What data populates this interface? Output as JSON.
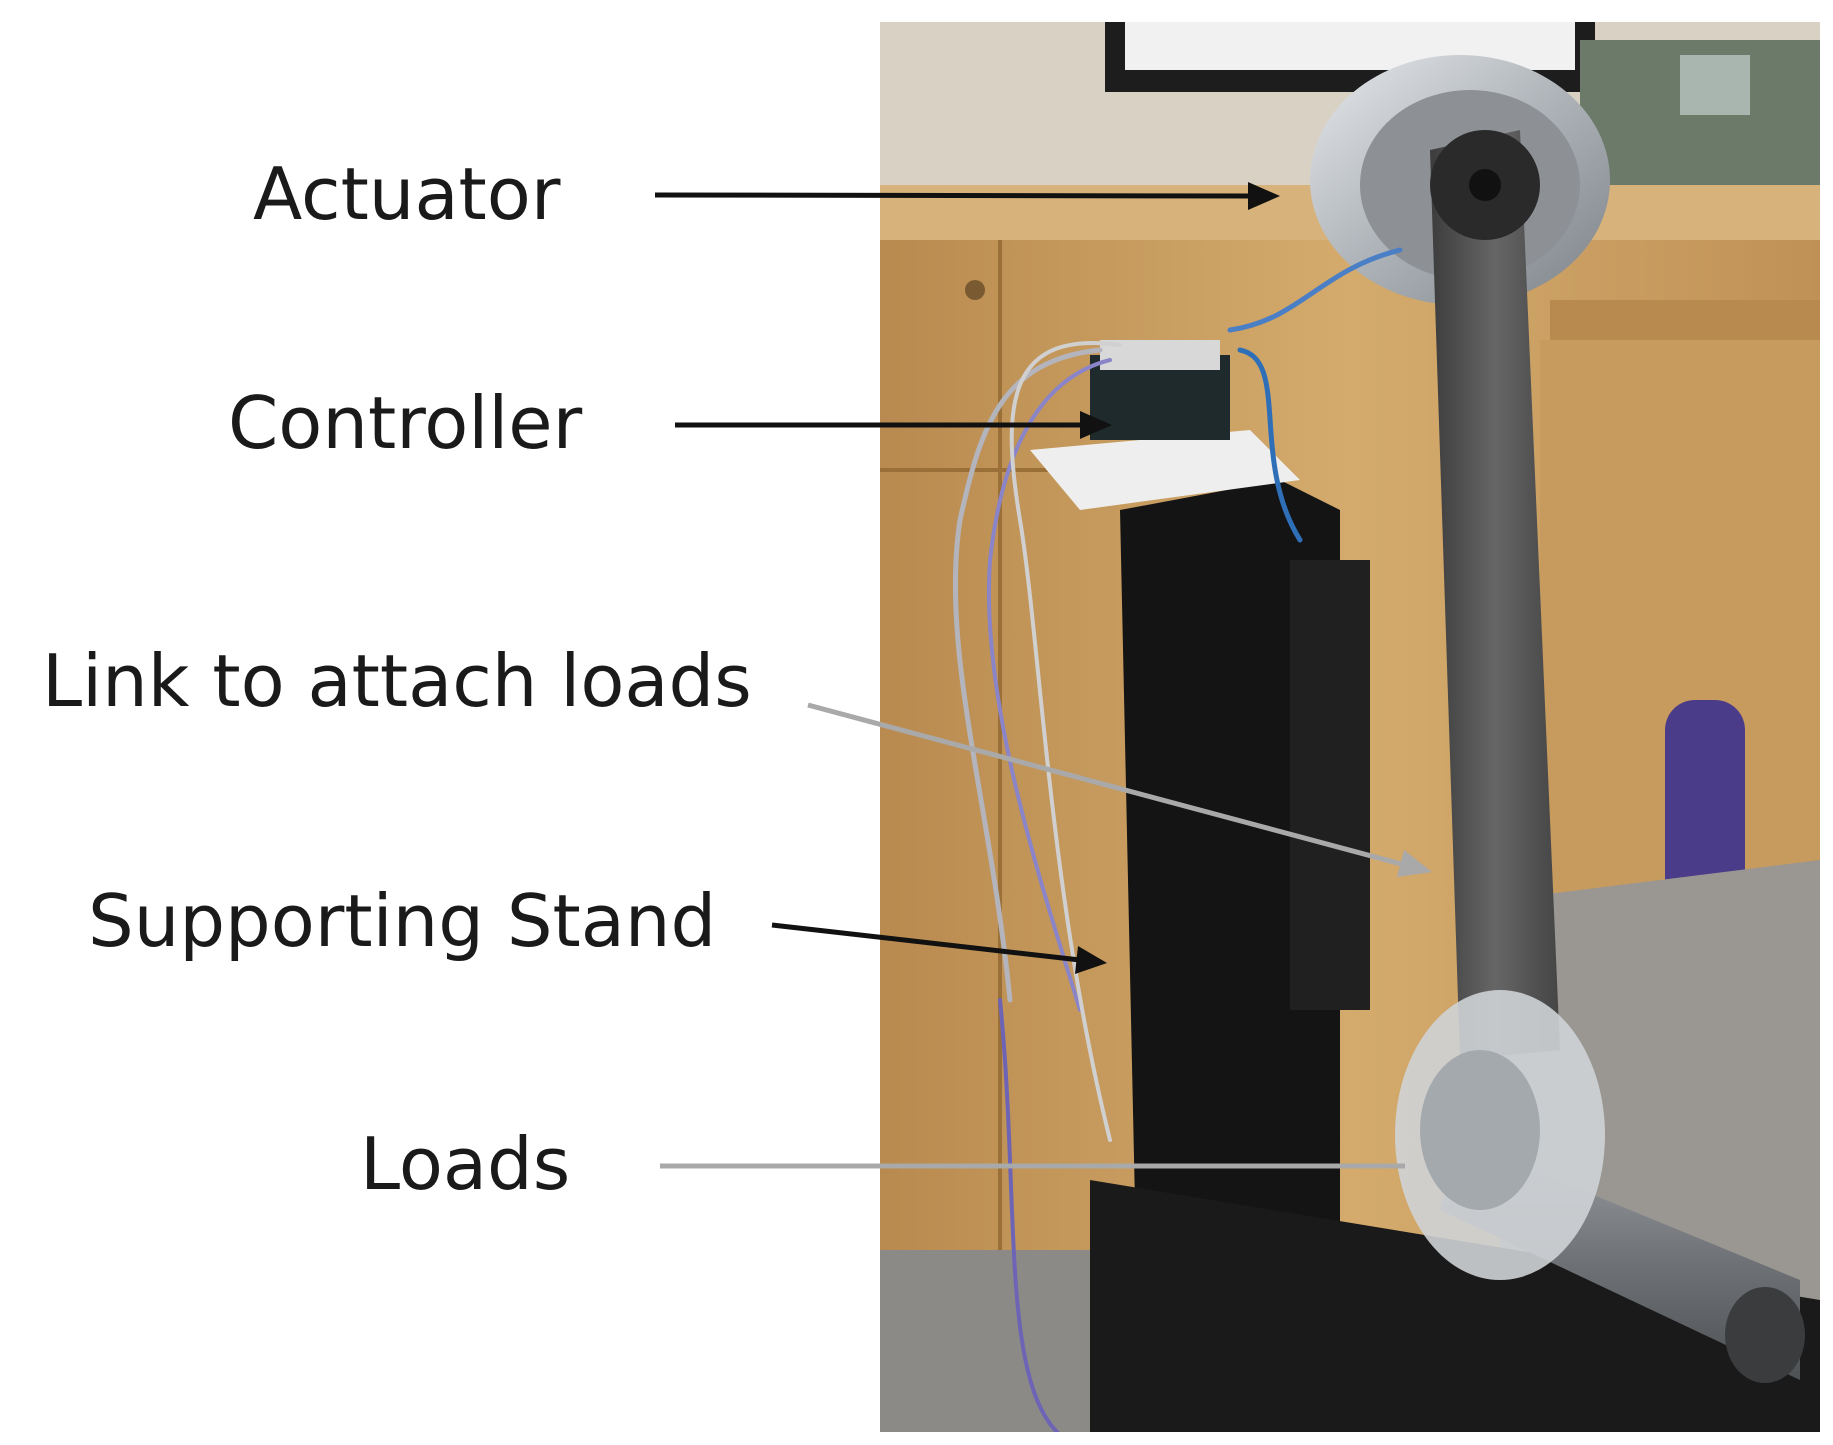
{
  "labels": {
    "actuator": "Actuator",
    "controller": "Controller",
    "link": "Link to attach loads",
    "stand": "Supporting Stand",
    "loads": "Loads"
  },
  "colors": {
    "background": "#ffffff",
    "label_text": "#1a1a1a",
    "arrow_black": "#111111",
    "arrow_gray": "#a9a9a9",
    "wood": "#c9a064",
    "wood_dark": "#9a7038",
    "stand_black": "#141414",
    "link_gray": "#4f4f4f",
    "metal": "#c4c8cc",
    "carpet": "#8c8a86",
    "wall": "#d9d2c4"
  },
  "icons": {
    "photo": "test-rig-photo",
    "arrow": "arrow-icon"
  }
}
